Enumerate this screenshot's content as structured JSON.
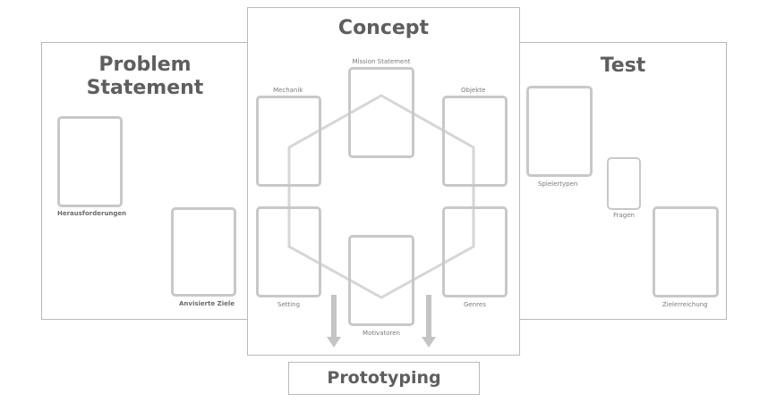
{
  "problem": {
    "title_line1": "Problem",
    "title_line2": "Statement",
    "cards": [
      "Herausforderungen",
      "Anvisierte Ziele"
    ]
  },
  "concept": {
    "title": "Concept",
    "cards": [
      "Mission Statement",
      "Mechanik",
      "Objekte",
      "Setting",
      "Genres",
      "Motivatoren"
    ]
  },
  "test": {
    "title": "Test",
    "cards": [
      "Spielertypen",
      "Fragen",
      "Zielerreichung"
    ]
  },
  "prototyping": {
    "label": "Prototyping"
  },
  "colors": {
    "border": "#b9b9b9",
    "card": "#c8c8c8",
    "hexagon": "#d6d6d6",
    "arrow": "#c4c4c4",
    "title": "#5e5e5e"
  }
}
